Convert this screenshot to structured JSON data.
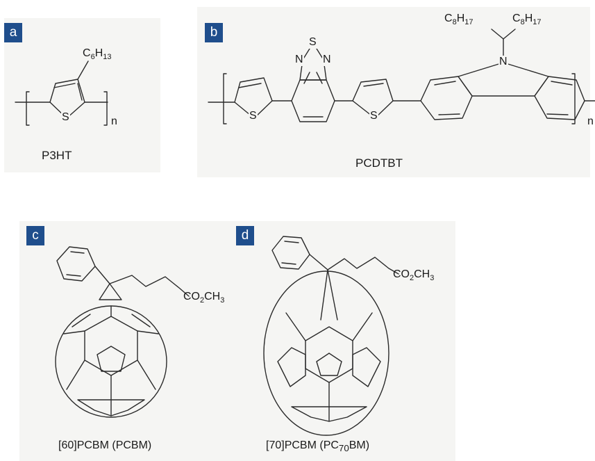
{
  "panels": {
    "a": {
      "badge": "a",
      "substituent": "C6H13",
      "heteroatom": "S",
      "repeat": "n",
      "caption": "P3HT"
    },
    "b": {
      "badge": "b",
      "side_chain_left": "C8H17",
      "side_chain_right": "C8H17",
      "thiadiazole_s": "S",
      "thiadiazole_n_left": "N",
      "thiadiazole_n_right": "N",
      "thiophene_s_left": "S",
      "thiophene_s_right": "S",
      "carbazole_n": "N",
      "repeat": "n",
      "caption": "PCDTBT"
    },
    "c": {
      "badge": "c",
      "ester": "CO2CH3",
      "caption": "[60]PCBM (PCBM)"
    },
    "d": {
      "badge": "d",
      "ester": "CO2CH3",
      "caption": "[70]PCBM (PC70BM)"
    }
  },
  "colors": {
    "badge": "#1f4e8c",
    "panel_background": "#f5f5f3",
    "bond": "#2a2a2a"
  }
}
